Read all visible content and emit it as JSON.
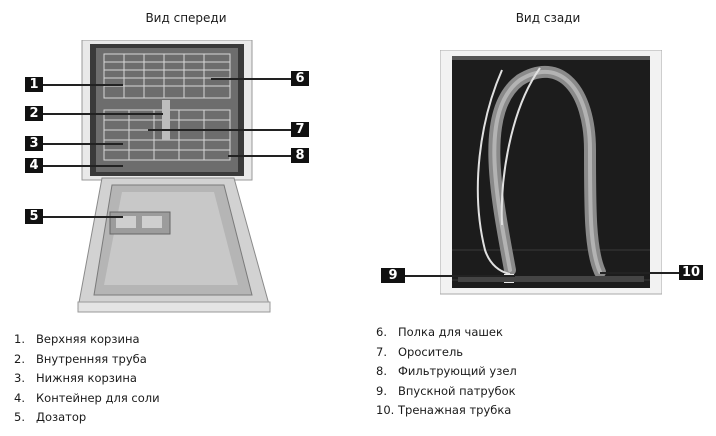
{
  "captions": {
    "front": "Вид спереди",
    "back": "Вид сзади"
  },
  "callouts": [
    "1",
    "2",
    "3",
    "4",
    "5",
    "6",
    "7",
    "8",
    "9",
    "10"
  ],
  "legend_left": [
    {
      "num": "1.",
      "text": "Верхняя корзина"
    },
    {
      "num": "2.",
      "text": "Внутренняя труба"
    },
    {
      "num": "3.",
      "text": "Нижняя корзина"
    },
    {
      "num": "4.",
      "text": "Контейнер для соли"
    },
    {
      "num": "5.",
      "text": "Дозатор"
    }
  ],
  "legend_right": [
    {
      "num": "6.",
      "text": "Полка для чашек"
    },
    {
      "num": "7.",
      "text": "Ороситель"
    },
    {
      "num": "8.",
      "text": "Фильтрующий узел"
    },
    {
      "num": "9.",
      "text": "Впускной патрубок"
    },
    {
      "num": "10.",
      "text": "Тренажная трубка"
    }
  ],
  "colors": {
    "callout_bg": "#111111",
    "callout_text": "#ffffff",
    "hose": "#8a8a8a",
    "tub": "#1c1c1c"
  }
}
